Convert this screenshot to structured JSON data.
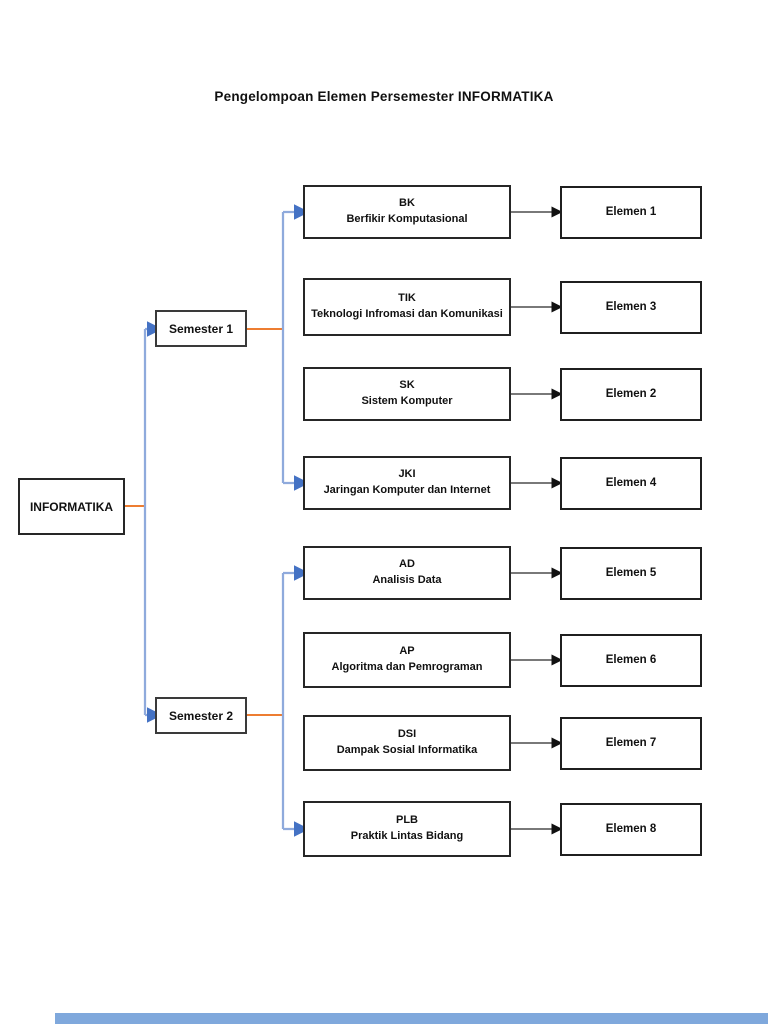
{
  "title": "Pengelompoan Elemen Persemester INFORMATIKA",
  "root": {
    "label": "INFORMATIKA"
  },
  "semesters": [
    {
      "label": "Semester 1",
      "subjects": [
        {
          "code": "BK",
          "name": "Berfikir Komputasional",
          "element": "Elemen 1"
        },
        {
          "code": "TIK",
          "name": "Teknologi Infromasi dan Komunikasi",
          "element": "Elemen 3"
        },
        {
          "code": "SK",
          "name": "Sistem Komputer",
          "element": "Elemen 2"
        },
        {
          "code": "JKI",
          "name": "Jaringan Komputer dan Internet",
          "element": "Elemen 4"
        }
      ]
    },
    {
      "label": "Semester 2",
      "subjects": [
        {
          "code": "AD",
          "name": "Analisis Data",
          "element": "Elemen 5"
        },
        {
          "code": "AP",
          "name": "Algoritma dan Pemrograman",
          "element": "Elemen 6"
        },
        {
          "code": "DSI",
          "name": "Dampak Sosial Informatika",
          "element": "Elemen 7"
        },
        {
          "code": "PLB",
          "name": "Praktik Lintas Bidang",
          "element": "Elemen 8"
        }
      ]
    }
  ],
  "colors": {
    "orange_connector": "#ED7D31",
    "blue_line": "#8FAADC",
    "blue_arrowhead": "#4472C4",
    "gray_connector": "#4d4d4d",
    "black_arrowhead": "#111111",
    "box_border": "#262626",
    "bottom_bar": "#7FA8DC"
  }
}
